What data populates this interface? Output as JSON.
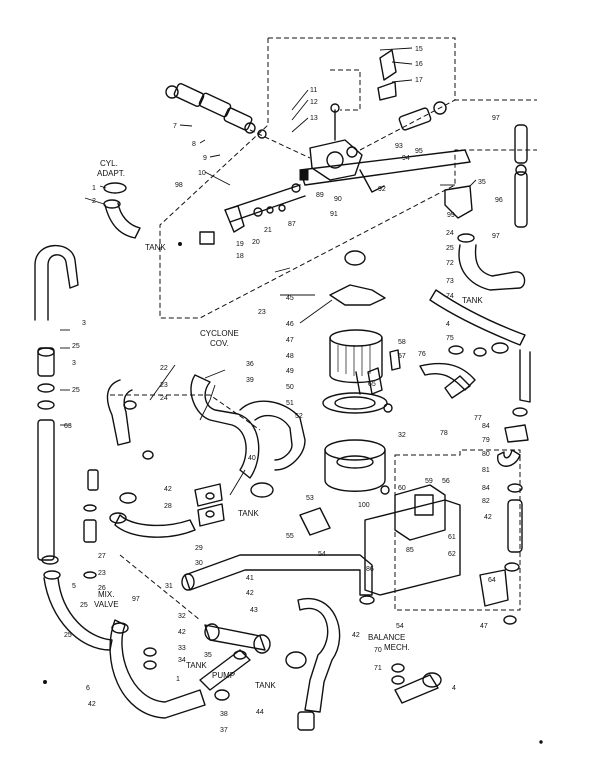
{
  "labels": {
    "cyl_adapt_1": "CYL.",
    "cyl_adapt_2": "ADAPT.",
    "cyclone_1": "CYCLONE",
    "cyclone_2": "COV.",
    "mix_valve_1": "MIX.",
    "mix_valve_2": "VALVE",
    "tank_left": "TANK",
    "tank_right": "TANK",
    "tank_mid": "TANK",
    "tank_pump_1": "TANK",
    "tank_pump_2": "PUMP",
    "tank_bottom": "TANK",
    "balance_1": "BALANCE",
    "balance_2": "MECH."
  },
  "part_numbers": {
    "p15": "15",
    "p16": "16",
    "p17": "17",
    "p11": "11",
    "p12": "12",
    "p13": "13",
    "p7": "7",
    "p8": "8",
    "p9": "9",
    "p10": "10",
    "p93": "93",
    "p94": "94",
    "p95": "95",
    "p97a": "97",
    "p1a": "1",
    "p2": "2",
    "p98": "98",
    "p89": "89",
    "p90": "90",
    "p92": "92",
    "p91": "91",
    "p87": "87",
    "p21": "21",
    "p20": "20",
    "p19": "19",
    "p18": "18",
    "p35": "35",
    "p99": "99",
    "p96": "96",
    "p24": "24",
    "p25a": "25",
    "p97b": "97",
    "p72": "72",
    "p73": "73",
    "p74": "74",
    "p45": "45",
    "p23a": "23",
    "p46": "46",
    "p47": "47",
    "p48": "48",
    "p3a": "3",
    "p25b": "25",
    "p3b": "3",
    "p25c": "25",
    "p63": "63",
    "p36": "36",
    "p22": "22",
    "p23b": "23",
    "p39": "39",
    "p24b": "24",
    "p49": "49",
    "p50": "50",
    "p51": "51",
    "p52": "52",
    "p65": "65",
    "p58": "58",
    "p57": "57",
    "p76": "76",
    "p75": "75",
    "p4a": "4",
    "p77": "77",
    "p78": "78",
    "p84a": "84",
    "p79": "79",
    "p80": "80",
    "p81": "81",
    "p84b": "84",
    "p82": "82",
    "p32": "32",
    "p40": "40",
    "p42a": "42",
    "p28": "28",
    "p29": "29",
    "p30": "30",
    "p27": "27",
    "p23c": "23",
    "p26": "26",
    "p53": "53",
    "p55": "55",
    "p54a": "54",
    "p100": "100",
    "p59": "59",
    "p56": "56",
    "p60": "60",
    "p61": "61",
    "p62": "62",
    "p85": "85",
    "p86": "86",
    "p42b": "42",
    "p5": "5",
    "p25d": "25",
    "p97c": "97",
    "p31": "31",
    "p41": "41",
    "p42c": "42",
    "p43": "43",
    "p32b": "32",
    "p42d": "42",
    "p33": "33",
    "p34": "34",
    "p35b": "35",
    "p42e": "42",
    "p54b": "54",
    "p64": "64",
    "p47b": "47",
    "p70": "70",
    "p71": "71",
    "p4b": "4",
    "p6": "6",
    "p42f": "42",
    "p1b": "1",
    "p38": "38",
    "p37": "37",
    "p44": "44",
    "p25e": "25"
  }
}
